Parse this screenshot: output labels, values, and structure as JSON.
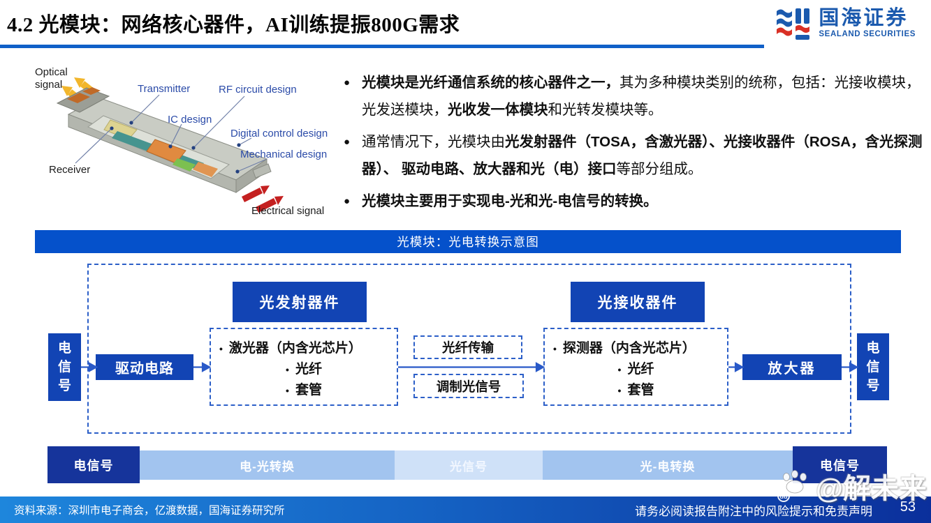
{
  "header": {
    "title": "4.2 光模块：网络核心器件，AI训练提振800G需求",
    "logo": {
      "cn": "国海证券",
      "en": "SEALAND SECURITIES"
    }
  },
  "figure": {
    "labels": {
      "optical_signal_line1": "Optical",
      "optical_signal_line2": "signal",
      "transmitter": "Transmitter",
      "rf_circuit": "RF circuit design",
      "ic_design": "IC design",
      "digital_control": "Digital control design",
      "mechanical": "Mechanical design",
      "receiver": "Receiver",
      "electrical_signal": "Electrical signal"
    }
  },
  "bullets": [
    {
      "segments": [
        {
          "text": "光模块是光纤通信系统的核心器件之一，",
          "bold": true
        },
        {
          "text": "其为多种模块类别的统称，包括：光接收模块，光发送模块，",
          "bold": false
        },
        {
          "text": "光收发一体模块",
          "bold": true
        },
        {
          "text": "和光转发模块等。",
          "bold": false
        }
      ]
    },
    {
      "segments": [
        {
          "text": "通常情况下，光模块由",
          "bold": false
        },
        {
          "text": "光发射器件（TOSA，含激光器）、光接收器件（ROSA，含光探测器）、 驱动电路、放大器和光（电）接口",
          "bold": true
        },
        {
          "text": "等部分组成。",
          "bold": false
        }
      ]
    },
    {
      "segments": [
        {
          "text": "光模块主要用于实现电-光和光-电信号的转换。",
          "bold": true
        }
      ]
    }
  ],
  "banner": {
    "title": "光模块：光电转换示意图"
  },
  "diagram": {
    "electrical_in": "电信号",
    "driver": "驱动电路",
    "tosa_title": "光发射器件",
    "tosa_items": [
      "激光器（内含光芯片）",
      "光纤",
      "套管"
    ],
    "fiber_transmission": "光纤传输",
    "modulated_signal": "调制光信号",
    "rosa_title": "光接收器件",
    "rosa_items": [
      "探测器（内含光芯片）",
      "光纤",
      "套管"
    ],
    "amplifier": "放大器",
    "electrical_out": "电信号"
  },
  "flow_bar": {
    "segments": [
      {
        "label": "电信号"
      },
      {
        "label": "电-光转换"
      },
      {
        "label": "光信号"
      },
      {
        "label": "光-电转换"
      },
      {
        "label": "电信号"
      }
    ]
  },
  "footer": {
    "source": "资料来源：深圳市电子商会，亿渡数据，国海证券研究所",
    "disclaimer": "请务必阅读报告附注中的风险提示和免责声明",
    "page": "53"
  },
  "watermark": {
    "handle": "@解未来",
    "badge": "du"
  },
  "colors": {
    "accent_blue": "#0551CB",
    "box_blue": "#1244B4",
    "dark_navy": "#16349B",
    "mid_blue": "#A2C4EF",
    "light_blue": "#CFE1F8",
    "underline_blue": "#1060C8",
    "brand_blue": "#1B5AAE",
    "arrow_blue": "#2959C8",
    "optical_arrow_yellow": "#F2B62C",
    "electrical_arrow_red": "#C42020"
  }
}
